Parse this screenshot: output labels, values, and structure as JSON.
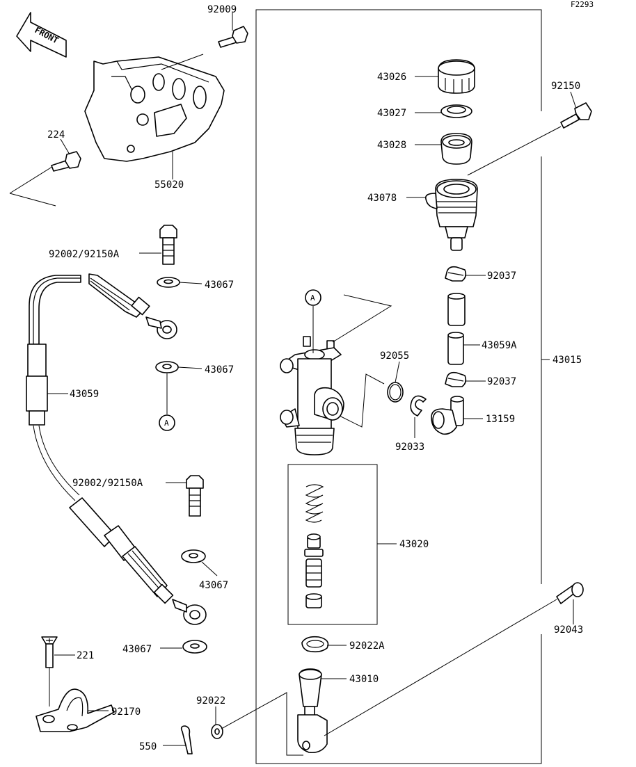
{
  "figure_code": "F2293",
  "front_arrow": "FRONT",
  "ref_markers": [
    "A",
    "A"
  ],
  "parts": {
    "p92009": "92009",
    "p224": "224",
    "p55020": "55020",
    "p92002a": "92002/92150A",
    "p43067a": "43067",
    "p43067b": "43067",
    "p43059": "43059",
    "p92002b": "92002/92150A",
    "p43067c": "43067",
    "p43067d": "43067",
    "p221": "221",
    "p92170": "92170",
    "p550": "550",
    "p92022": "92022",
    "p43026": "43026",
    "p43027": "43027",
    "p43028": "43028",
    "p43078": "43078",
    "p92150": "92150",
    "p92037a": "92037",
    "p43059A": "43059A",
    "p92037b": "92037",
    "p92055": "92055",
    "p92033": "92033",
    "p13159": "13159",
    "p43015": "43015",
    "p43020": "43020",
    "p92022A": "92022A",
    "p43010": "43010",
    "p92043": "92043"
  }
}
